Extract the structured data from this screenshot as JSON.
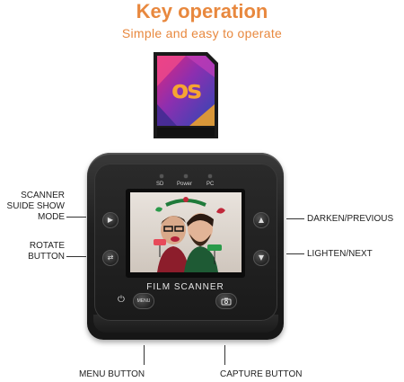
{
  "header": {
    "title": "Key operation",
    "subtitle": "Simple and easy to operate"
  },
  "sd_card": {
    "logo_text": "os"
  },
  "device": {
    "leds": [
      {
        "label": "SD"
      },
      {
        "label": "Power"
      },
      {
        "label": "PC"
      }
    ],
    "brand": "FILM  SCANNER",
    "menu_key_text": "MENU"
  },
  "labels": {
    "slideshow": [
      "SCANNER",
      "SUIDE SHOW",
      "MODE"
    ],
    "rotate": [
      "ROTATE",
      "BUTTON"
    ],
    "darken": "DARKEN/PREVIOUS",
    "lighten": "LIGHTEN/NEXT",
    "menu": "MENU BUTTON",
    "capture": "CAPTURE BUTTON"
  },
  "colors": {
    "accent": "#e8883e",
    "body": "#1c1c1c"
  },
  "icons": {
    "slideshow": "play-icon",
    "rotate": "rotate-icon",
    "darken": "triangle-up-icon",
    "lighten": "triangle-down-icon",
    "power": "power-icon",
    "menu": "menu-icon",
    "capture": "camera-icon"
  }
}
